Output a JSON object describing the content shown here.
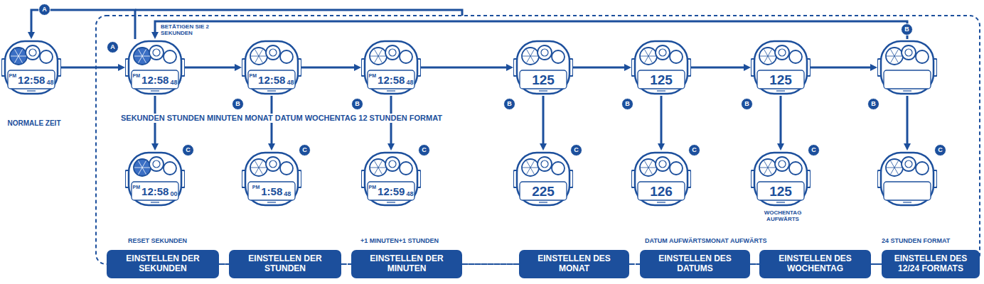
{
  "diagram": {
    "nodes": [
      {
        "text": [
          "PM",
          "12:58",
          "48"
        ]
      },
      {
        "text": [
          "PM",
          "12:58",
          "48"
        ]
      },
      {
        "text": [
          "PM",
          "12:58",
          "48"
        ]
      },
      {
        "text": [
          "PM",
          "12:58",
          "48"
        ]
      },
      {
        "text": [
          "125"
        ]
      },
      {
        "text": [
          "125"
        ]
      },
      {
        "text": [
          "125"
        ]
      },
      {
        "text": []
      },
      {
        "text": [
          "PM",
          "12:58",
          "00"
        ]
      },
      {
        "text": [
          "PM",
          "1:58",
          "48"
        ]
      },
      {
        "text": [
          "PM",
          "12:59",
          "48"
        ]
      },
      {
        "text": [
          "225"
        ]
      },
      {
        "text": [
          "126"
        ]
      },
      {
        "text": [
          "125"
        ]
      },
      {
        "text": []
      },
      {
        "text": [
          "EINSTELLEN DER SEKUNDEN"
        ]
      },
      {
        "text": [
          "EINSTELLEN DER STUNDEN"
        ]
      },
      {
        "text": [
          "EINSTELLEN DER MINUTEN"
        ]
      },
      {
        "text": [
          "EINSTELLEN DES MONAT"
        ]
      },
      {
        "text": [
          "EINSTELLEN DES DATUMS"
        ]
      },
      {
        "text": [
          "EINSTELLEN DES WOCHENTAG"
        ]
      },
      {
        "text": [
          "EINSTELLEN DES 12/24 FORMATS"
        ]
      }
    ],
    "edges": [
      {
        "from": 0,
        "to": 1,
        "arrow": "to"
      },
      {
        "from": 1,
        "to": 2,
        "arrow": "to"
      },
      {
        "from": 2,
        "to": 3,
        "arrow": "to"
      },
      {
        "from": 3,
        "to": 4,
        "arrow": "to"
      },
      {
        "from": 4,
        "to": 5,
        "arrow": "to"
      },
      {
        "from": 5,
        "to": 6,
        "arrow": "to"
      },
      {
        "from": 6,
        "to": 7,
        "arrow": "to"
      },
      {
        "from": 1,
        "to": 8,
        "arrow": "to"
      },
      {
        "from": 2,
        "to": 9,
        "arrow": "to"
      },
      {
        "from": 3,
        "to": 10,
        "arrow": "to"
      },
      {
        "from": 4,
        "to": 11,
        "arrow": "to"
      },
      {
        "from": 5,
        "to": 12,
        "arrow": "to"
      },
      {
        "from": 6,
        "to": 13,
        "arrow": "to"
      },
      {
        "from": 7,
        "to": 14,
        "arrow": "to"
      },
      {
        "from": 1,
        "to": 0,
        "label": "A",
        "arrow": "to"
      },
      {
        "from": 7,
        "to": 1,
        "label": "B",
        "arrow": "to"
      },
      {
        "from": 15,
        "to": 16,
        "arrow": "none"
      },
      {
        "from": 16,
        "to": 17,
        "arrow": "none"
      },
      {
        "from": 17,
        "to": 18,
        "arrow": "none"
      },
      {
        "from": 18,
        "to": 19,
        "arrow": "none"
      },
      {
        "from": 19,
        "to": 20,
        "arrow": "none"
      },
      {
        "from": 20,
        "to": 21,
        "arrow": "none"
      }
    ],
    "labels": [
      "BETÄTIGEN SIE 2 SEKUNDEN",
      "A",
      "NORMALE ZEIT",
      "B",
      "B",
      "B",
      "B",
      "B",
      "B",
      "SEKUNDEN STUNDEN MINUTEN MONAT DATUM WOCHENTAG 12 STUNDEN FORMAT",
      "C",
      "C",
      "C",
      "C",
      "C",
      "C",
      "C",
      "RESET SEKUNDEN",
      "+1 MINUTEN+1 STUNDEN",
      "WOCHENTAG AUFWÄRTS",
      "DATUM AUFWÄRTSMONAT AUFWÄRTS",
      "24 STUNDEN FORMAT"
    ]
  }
}
